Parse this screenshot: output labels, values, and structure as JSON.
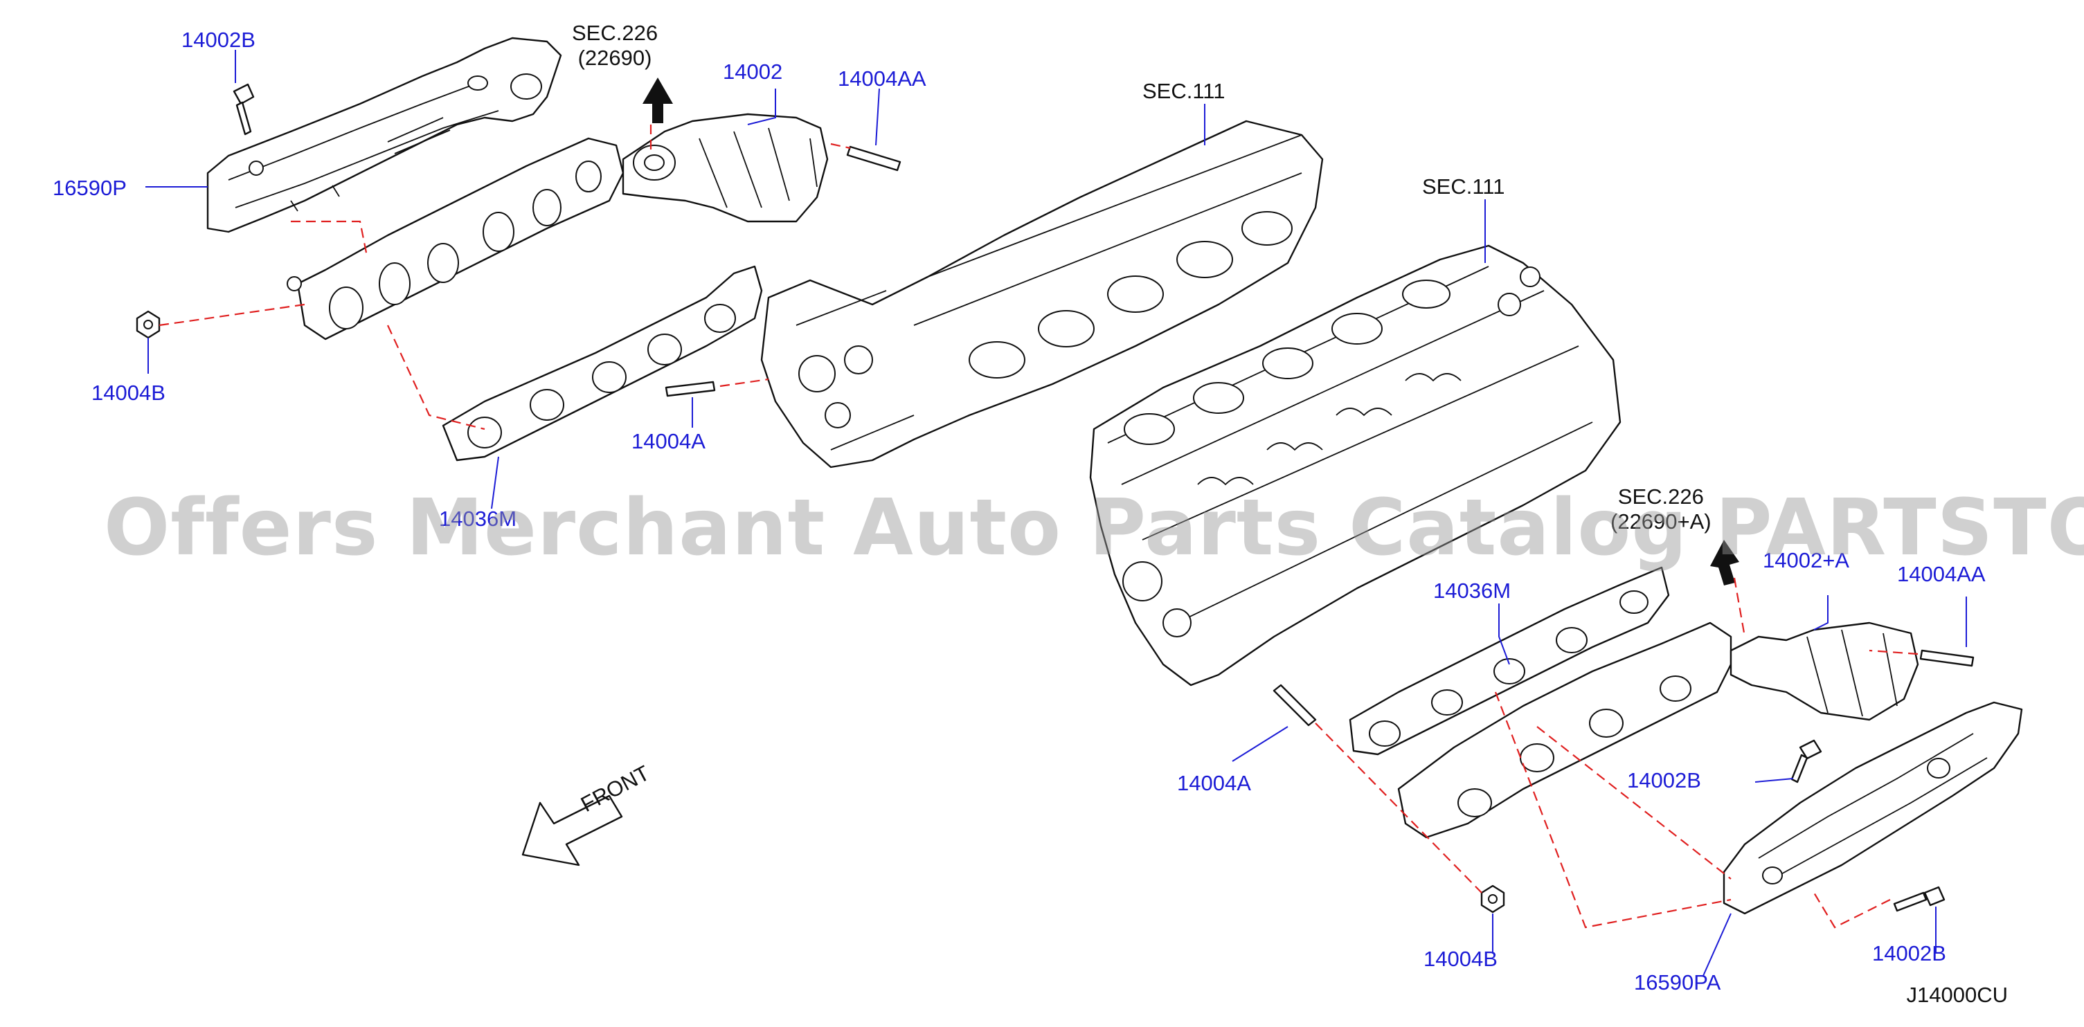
{
  "diagram": {
    "part_labels": [
      {
        "id": "lbl-14002b-top",
        "text": "14002B"
      },
      {
        "id": "lbl-16590p",
        "text": "16590P"
      },
      {
        "id": "lbl-14004b-left",
        "text": "14004B"
      },
      {
        "id": "lbl-14002",
        "text": "14002"
      },
      {
        "id": "lbl-14004aa-top",
        "text": "14004AA"
      },
      {
        "id": "lbl-14004a-top",
        "text": "14004A"
      },
      {
        "id": "lbl-14036m-left",
        "text": "14036M"
      },
      {
        "id": "lbl-14036m-right",
        "text": "14036M"
      },
      {
        "id": "lbl-14002a",
        "text": "14002+A"
      },
      {
        "id": "lbl-14004aa-right",
        "text": "14004AA"
      },
      {
        "id": "lbl-14004a-bottom",
        "text": "14004A"
      },
      {
        "id": "lbl-14002b-right",
        "text": "14002B"
      },
      {
        "id": "lbl-14004b-bottom",
        "text": "14004B"
      },
      {
        "id": "lbl-16590pa",
        "text": "16590PA"
      },
      {
        "id": "lbl-14002b-bottom",
        "text": "14002B"
      }
    ],
    "section_refs": [
      {
        "id": "sec-226-top",
        "line1": "SEC.226",
        "line2": "(22690)"
      },
      {
        "id": "sec-111-left",
        "line1": "SEC.111"
      },
      {
        "id": "sec-111-right",
        "line1": "SEC.111"
      },
      {
        "id": "sec-226-right",
        "line1": "SEC.226",
        "line2": "(22690+A)"
      }
    ],
    "front_text": "FRONT",
    "drawing_code": "J14000CU",
    "watermark": "Offers Merchant Auto Parts Catalog PARTSTORE.SA",
    "colors": {
      "label": "#1c1cd6",
      "line": "#111111",
      "dashed": "#e02020",
      "watermark": "#969696"
    }
  }
}
